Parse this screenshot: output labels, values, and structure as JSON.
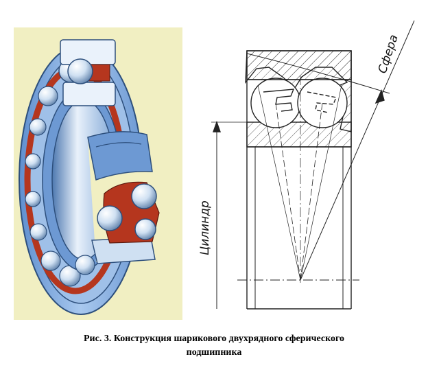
{
  "figure": {
    "illustration_alt": "bearing-cutaway-illustration",
    "drawing_labels": {
      "sphere": "Сфера",
      "cylinder": "Цилиндр"
    }
  },
  "caption": {
    "line1": "Рис. 3. Конструкция шарикового двухрядного сферического",
    "line2": "подшипника"
  },
  "colors": {
    "illustration_bg": "#f1efc2",
    "ring_blue": "#8fb8e6",
    "ring_dark": "#2d4f7c",
    "cage_red": "#b5361e",
    "ball_light": "#eef4fb"
  }
}
